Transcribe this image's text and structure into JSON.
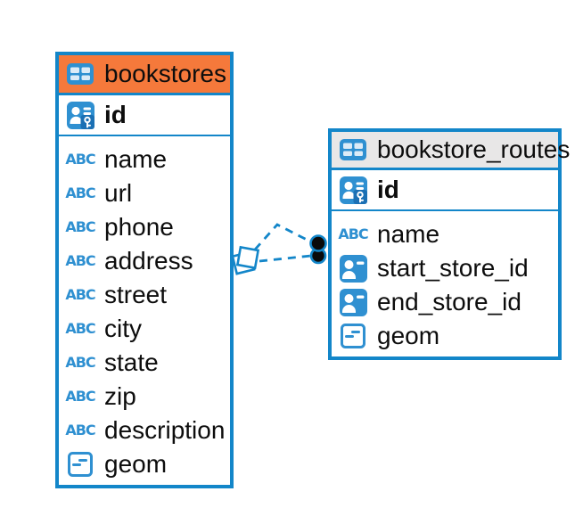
{
  "diagram_type": "er-diagram",
  "colors": {
    "accent_blue": "#1386C9",
    "icon_blue": "#2F90D1",
    "key_badge_blue": "#1B70B4",
    "bookstores_header": "#F5793B",
    "bookstore_routes_header": "#E8E7E7",
    "connector_dot": "#0a0a0a",
    "text": "#0d0d0d"
  },
  "icon_glyphs": {
    "text": "ABC"
  },
  "tables": [
    {
      "name": "bookstores",
      "header_color": "#F5793B",
      "columns": [
        {
          "name": "id",
          "icon": "primary-key",
          "primary": true
        },
        {
          "name": "name",
          "icon": "text"
        },
        {
          "name": "url",
          "icon": "text"
        },
        {
          "name": "phone",
          "icon": "text"
        },
        {
          "name": "address",
          "icon": "text"
        },
        {
          "name": "street",
          "icon": "text"
        },
        {
          "name": "city",
          "icon": "text"
        },
        {
          "name": "state",
          "icon": "text"
        },
        {
          "name": "zip",
          "icon": "text"
        },
        {
          "name": "description",
          "icon": "text"
        },
        {
          "name": "geom",
          "icon": "geometry"
        }
      ]
    },
    {
      "name": "bookstore_routes",
      "header_color": "#E8E7E7",
      "columns": [
        {
          "name": "id",
          "icon": "primary-key",
          "primary": true
        },
        {
          "name": "name",
          "icon": "text"
        },
        {
          "name": "start_store_id",
          "icon": "reference"
        },
        {
          "name": "end_store_id",
          "icon": "reference"
        },
        {
          "name": "geom",
          "icon": "geometry"
        }
      ]
    }
  ],
  "connections": [
    {
      "from": "bookstores",
      "to": "bookstore_routes",
      "style": "dashed"
    },
    {
      "from": "bookstores",
      "to": "bookstore_routes",
      "style": "dashed"
    }
  ]
}
